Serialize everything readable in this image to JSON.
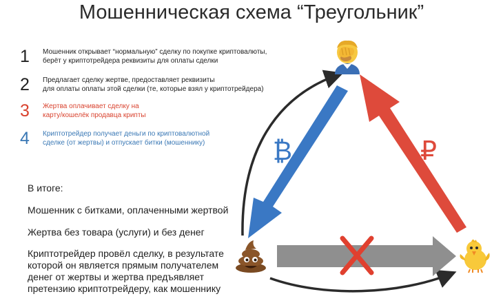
{
  "title": "Мошенническая схема “Треугольник”",
  "steps": [
    {
      "num": "1",
      "lines": [
        "Мошенник открывает “нормальную” сделку по покупке криптовалюты,",
        "берёт у криптотрейдера реквизиты для оплаты сделки"
      ],
      "color": "#222222"
    },
    {
      "num": "2",
      "lines": [
        "Предлагает сделку жертве, предоставляет реквизиты",
        "для оплаты оплаты этой сделки (те, которые взял у криптотрейдера)"
      ],
      "color": "#222222"
    },
    {
      "num": "3",
      "lines": [
        "Жертва оплачивает сделку на",
        "карту/кошелёк продавца крипты"
      ],
      "color": "#d9432f"
    },
    {
      "num": "4",
      "lines": [
        "Криптотрейдер получает деньги по криптовалютной",
        "сделке (от жертвы) и отпускает битки (мошеннику)"
      ],
      "color": "#3a78b5"
    }
  ],
  "summary": {
    "heading": "В итоге:",
    "point1": "Мошенник с битками, оплаченными жертвой",
    "point2": "Жертва без товара (услуги) и без денег",
    "point3_lines": [
      "Криптотрейдер провёл сделку, в результате",
      "которой он является прямым получателем",
      "денег от жертвы и жертва предъявляет",
      "претензию криптотрейдеру, как мошеннику"
    ]
  },
  "diagram": {
    "bitcoin_symbol": "₿",
    "ruble_symbol": "₽",
    "nodes": {
      "fraudster": "facepalm-emoji",
      "victim": "poop-emoji",
      "trader": "chick-emoji"
    },
    "colors": {
      "blue_arrow": "#3a78c4",
      "red_arrow": "#de4a3b",
      "gray_arrow": "#8f8f8f",
      "cross": "#e0402f",
      "curve": "#2b2b2b"
    }
  }
}
